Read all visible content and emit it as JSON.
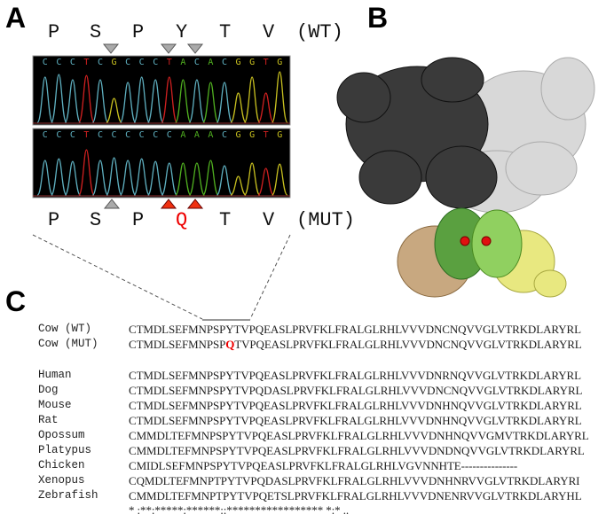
{
  "panels": {
    "a": "A",
    "b": "B",
    "c": "C"
  },
  "wt_protein": {
    "residues": [
      "P",
      "S",
      "P",
      "Y",
      "T",
      "V"
    ],
    "label": "(WT)"
  },
  "mut_protein": {
    "residues": [
      "P",
      "S",
      "P",
      "Q",
      "T",
      "V"
    ],
    "label": "(MUT)",
    "mutant_index": 3
  },
  "chromatograms": [
    {
      "name": "wt",
      "bases": [
        "C",
        "C",
        "C",
        "T",
        "C",
        "G",
        "C",
        "C",
        "C",
        "T",
        "A",
        "C",
        "A",
        "C",
        "G",
        "G",
        "T",
        "G"
      ],
      "heights": [
        0.85,
        0.9,
        0.8,
        0.88,
        0.8,
        0.45,
        0.75,
        0.85,
        0.8,
        0.85,
        0.8,
        0.8,
        0.75,
        0.75,
        0.55,
        0.85,
        0.55,
        0.95
      ]
    },
    {
      "name": "mut",
      "bases": [
        "C",
        "C",
        "C",
        "T",
        "C",
        "C",
        "C",
        "C",
        "C",
        "C",
        "A",
        "A",
        "A",
        "C",
        "G",
        "G",
        "T",
        "G"
      ],
      "heights": [
        0.65,
        0.68,
        0.63,
        0.85,
        0.65,
        0.7,
        0.65,
        0.68,
        0.63,
        0.6,
        0.6,
        0.6,
        0.65,
        0.55,
        0.35,
        0.6,
        0.5,
        0.58
      ]
    }
  ],
  "base_colors": {
    "C": "#5fb0c0",
    "T": "#d02020",
    "G": "#c8c020",
    "A": "#50b020"
  },
  "alignment": {
    "rows": [
      {
        "name": "Cow (WT)",
        "seq": "CTMDLSEFMNPSPYTVPQEASLPRVFKLFRALGLRHLVVVDNCNQVVGLVTRKDLARYRL"
      },
      {
        "name": "Cow (MUT)",
        "seq_before": "CTMDLSEFMNPSP",
        "mut": "Q",
        "seq_after": "TVPQEASLPRVFKLFRALGLRHLVVVDNCNQVVGLVTRKDLARYRL"
      },
      {
        "name": "Human",
        "seq": "CTMDLSEFMNPSPYTVPQEASLPRVFKLFRALGLRHLVVVDNRNQVVGLVTRKDLARYRL"
      },
      {
        "name": "Dog",
        "seq": "CTMDLSEFMNPSPYTVPQDASLPRVFKLFRALGLRHLVVVDNCNQVVGLVTRKDLARYRL"
      },
      {
        "name": "Mouse",
        "seq": "CTMDLSEFMNPSPYTVPQEASLPRVFKLFRALGLRHLVVVDNHNQVVGLVTRKDLARYRL"
      },
      {
        "name": "Rat",
        "seq": "CTMDLSEFMNPSPYTVPQEASLPRVFKLFRALGLRHLVVVDNHNQVVGLVTRKDLARYRL"
      },
      {
        "name": "Opossum",
        "seq": "CMMDLTEFMNPSPYTVPQEASLPRVFKLFRALGLRHLVVVDNHNQVVGMVTRKDLARYRL"
      },
      {
        "name": "Platypus",
        "seq": "CMMDLTEFMNPSPYTVPQEASLPRVFKLFRALGLRHLVVVDNDNQVVGLVTRKDLARYRL"
      },
      {
        "name": "Chicken",
        "seq": "CMIDLSEFMNPSPYTVPQEASLPRVFKLFRALGLRHLVGVNNHTE---------------"
      },
      {
        "name": "Xenopus",
        "seq": "CQMDLTEFMNPTPYTVPQDASLPRVFKLFRALGLRHLVVVDNHNRVVGLVTRKDLARYRI"
      },
      {
        "name": "Zebrafish",
        "seq": "CMMDLTEFMNPTPYTVPQETSLPRVFKLFRALGLRHLVVVDNENRVVGLVTRKDLARYHL"
      }
    ],
    "consensus": "* :**:*****:******::***************** *:* .."
  }
}
